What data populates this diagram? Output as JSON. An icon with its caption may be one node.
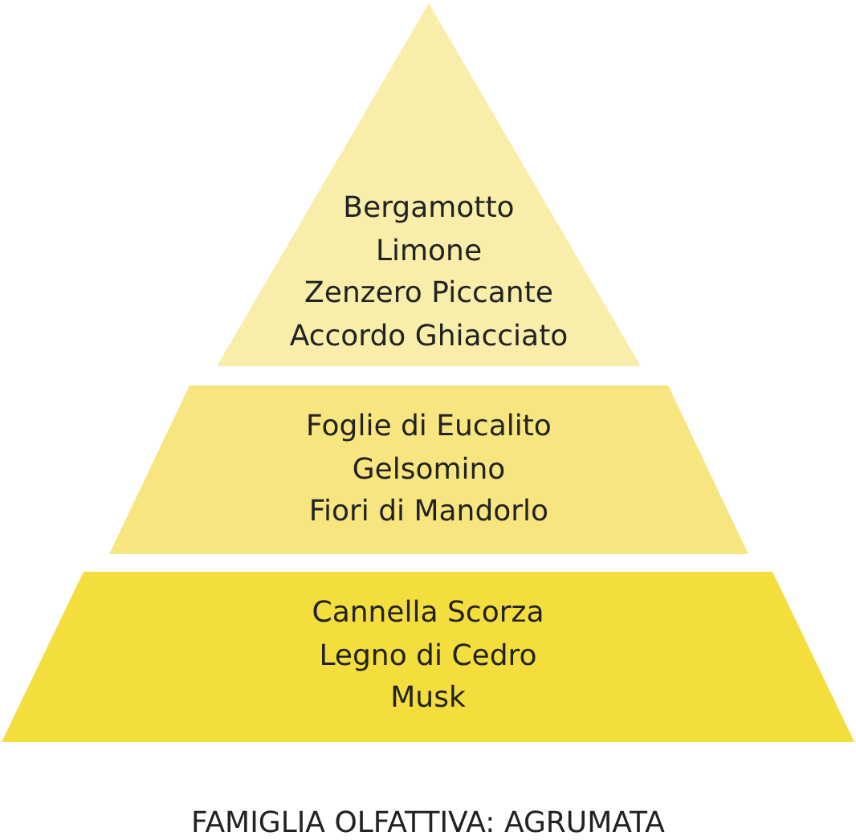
{
  "diagram": {
    "caption": "FAMIGLIA OLFATTIVA: AGRUMATA",
    "nodes": [
      {
        "text": [
          "Bergamotto",
          "Limone",
          "Zenzero Piccante",
          "Accordo Ghiacciato"
        ]
      },
      {
        "text": [
          "Foglie di Eucalito",
          "Gelsomino",
          "Fiori di Mandorlo"
        ]
      },
      {
        "text": [
          "Cannella Scorza",
          "Legno di Cedro",
          "Musk"
        ]
      }
    ],
    "edges": []
  }
}
